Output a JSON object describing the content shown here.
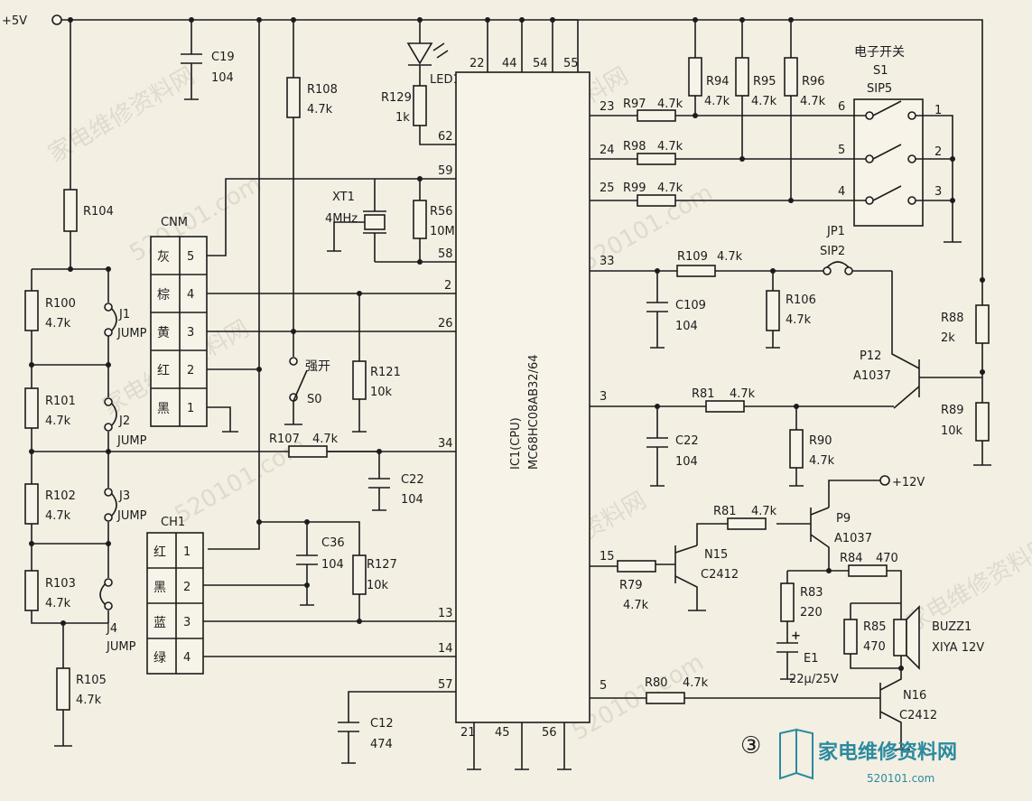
{
  "power": {
    "vcc5": "+5V",
    "vcc12": "+12V"
  },
  "ic": {
    "label": "IC1(CPU)",
    "part": "MC68HC08AB32/64",
    "top_pins": [
      "22",
      "44",
      "54",
      "55"
    ],
    "bottom_pins": [
      "21",
      "45",
      "56"
    ],
    "left_pins": [
      "62",
      "59",
      "58",
      "2",
      "26",
      "34",
      "13",
      "14",
      "57"
    ],
    "right_pins": [
      "23",
      "24",
      "25",
      "33",
      "3",
      "15",
      "5"
    ]
  },
  "parts": {
    "C19": {
      "name": "C19",
      "value": "104"
    },
    "R108": {
      "name": "R108",
      "value": "4.7k"
    },
    "LED1": {
      "name": "LED1"
    },
    "R129": {
      "name": "R129",
      "value": "1k"
    },
    "R104": {
      "name": "R104"
    },
    "XT1": {
      "name": "XT1",
      "value": "4MHz"
    },
    "R56": {
      "name": "R56",
      "value": "10M"
    },
    "R100": {
      "name": "R100",
      "value": "4.7k"
    },
    "R101": {
      "name": "R101",
      "value": "4.7k"
    },
    "R102": {
      "name": "R102",
      "value": "4.7k"
    },
    "R103": {
      "name": "R103",
      "value": "4.7k"
    },
    "R105": {
      "name": "R105",
      "value": "4.7k"
    },
    "R121": {
      "name": "R121",
      "value": "10k"
    },
    "R107": {
      "name": "R107",
      "value": "4.7k"
    },
    "C22a": {
      "name": "C22",
      "value": "104"
    },
    "C36": {
      "name": "C36",
      "value": "104"
    },
    "R127": {
      "name": "R127",
      "value": "10k"
    },
    "C12": {
      "name": "C12",
      "value": "474"
    },
    "R94": {
      "name": "R94",
      "value": "4.7k"
    },
    "R95": {
      "name": "R95",
      "value": "4.7k"
    },
    "R96": {
      "name": "R96",
      "value": "4.7k"
    },
    "R97": {
      "name": "R97",
      "value": "4.7k"
    },
    "R98": {
      "name": "R98",
      "value": "4.7k"
    },
    "R99": {
      "name": "R99",
      "value": "4.7k"
    },
    "R109": {
      "name": "R109",
      "value": "4.7k"
    },
    "C109": {
      "name": "C109",
      "value": "104"
    },
    "R106": {
      "name": "R106",
      "value": "4.7k"
    },
    "R88": {
      "name": "R88",
      "value": "2k"
    },
    "R89": {
      "name": "R89",
      "value": "10k"
    },
    "P12": {
      "name": "P12",
      "value": "A1037"
    },
    "R81a": {
      "name": "R81",
      "value": "4.7k"
    },
    "C22b": {
      "name": "C22",
      "value": "104"
    },
    "R90": {
      "name": "R90",
      "value": "4.7k"
    },
    "R81b": {
      "name": "R81",
      "value": "4.7k"
    },
    "P9": {
      "name": "P9",
      "value": "A1037"
    },
    "R79": {
      "name": "R79",
      "value": "4.7k"
    },
    "N15": {
      "name": "N15",
      "value": "C2412"
    },
    "R84": {
      "name": "R84",
      "value": "470"
    },
    "R83": {
      "name": "R83",
      "value": "220"
    },
    "R85": {
      "name": "R85",
      "value": "470"
    },
    "E1": {
      "name": "E1",
      "value": "22μ/25V"
    },
    "BUZZ1": {
      "name": "BUZZ1",
      "value": "XIYA 12V"
    },
    "R80": {
      "name": "R80",
      "value": "4.7k"
    },
    "N16": {
      "name": "N16",
      "value": "C2412"
    }
  },
  "jumpers": {
    "J1": "J1",
    "J2": "J2",
    "J3": "J3",
    "J4": "J4",
    "jump": "JUMP"
  },
  "jp1": {
    "name": "JP1",
    "type": "SIP2"
  },
  "s1": {
    "title": "电子开关",
    "name": "S1",
    "type": "SIP5",
    "left_pins": [
      "6",
      "5",
      "4"
    ],
    "right_pins": [
      "1",
      "2",
      "3"
    ]
  },
  "switch_s0": {
    "label": "强开",
    "name": "S0"
  },
  "cnm": {
    "name": "CNM",
    "colors": [
      "灰",
      "棕",
      "黄",
      "红",
      "黑"
    ],
    "pins": [
      "5",
      "4",
      "3",
      "2",
      "1"
    ]
  },
  "ch1": {
    "name": "CH1",
    "colors": [
      "红",
      "黑",
      "蓝",
      "绿"
    ],
    "pins": [
      "1",
      "2",
      "3",
      "4"
    ]
  },
  "figure_number": "③",
  "watermarks": [
    "家电维修资料网",
    "520101.com"
  ],
  "logo": {
    "text": "家电维修资料网",
    "url": "520101.com"
  },
  "colors": {
    "ink": "#1c1c1c",
    "paper": "#f3efe3",
    "logo": "#2b8a9e"
  }
}
